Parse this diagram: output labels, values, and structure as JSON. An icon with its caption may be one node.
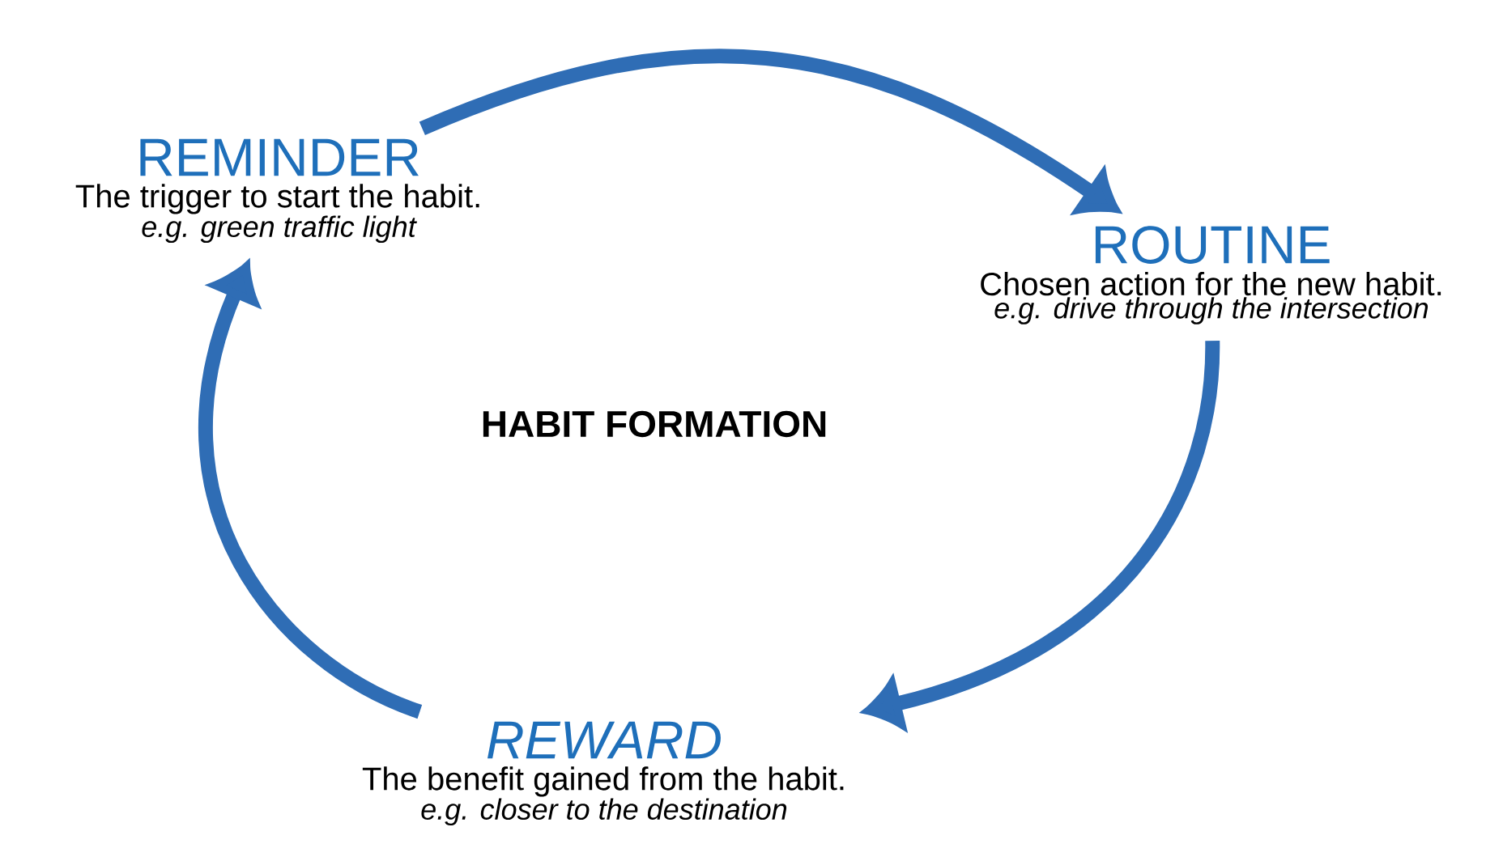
{
  "diagram": {
    "title": "HABIT FORMATION",
    "nodes": [
      {
        "text": [
          "REMINDER",
          "The trigger to start the habit.",
          "e.g. green traffic light"
        ]
      },
      {
        "text": [
          "ROUTINE",
          "Chosen action for the new habit.",
          "e.g. drive through the intersection"
        ]
      },
      {
        "text": [
          "REWARD",
          "The benefit gained from the habit.",
          "e.g. closer to the destination"
        ]
      }
    ],
    "edges": [
      {
        "from": 0,
        "to": 1,
        "arrow": "to",
        "color": "#2f6db5"
      },
      {
        "from": 1,
        "to": 2,
        "arrow": "to",
        "color": "#2f6db5"
      },
      {
        "from": 2,
        "to": 0,
        "arrow": "to",
        "color": "#2f6db5"
      }
    ]
  }
}
